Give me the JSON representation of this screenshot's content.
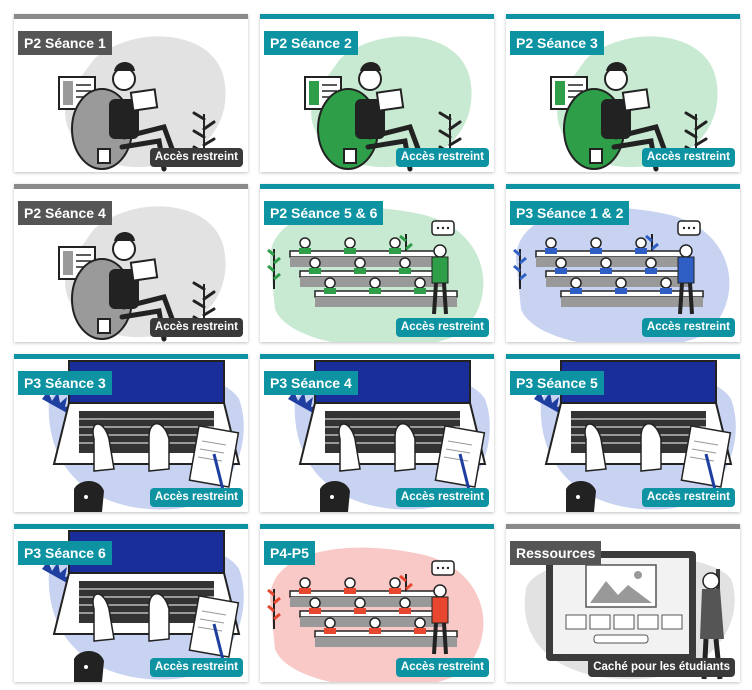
{
  "colors": {
    "teal": "#0e93a3",
    "gray": "#555555",
    "gray_bar": "#8a8a8a",
    "badge_dark": "#3a3a3a",
    "green_blob": "#c9ead2",
    "blue_blob": "#c8d2f1",
    "pink_blob": "#f8c9c7",
    "gray_blob": "#e2e2e2"
  },
  "cards": [
    {
      "title": "P2 Séance 1",
      "badge": "Accès restreint",
      "theme": "gray",
      "illustration": "reading-chair-icon"
    },
    {
      "title": "P2 Séance 2",
      "badge": "Accès restreint",
      "theme": "green",
      "illustration": "reading-chair-icon"
    },
    {
      "title": "P2 Séance 3",
      "badge": "Accès restreint",
      "theme": "green",
      "illustration": "reading-chair-icon"
    },
    {
      "title": "P2 Séance 4",
      "badge": "Accès restreint",
      "theme": "gray",
      "illustration": "reading-chair-icon"
    },
    {
      "title": "P2 Séance 5 & 6",
      "badge": "Accès restreint",
      "theme": "green",
      "illustration": "classroom-icon"
    },
    {
      "title": "P3 Séance 1 & 2",
      "badge": "Accès restreint",
      "theme": "blue",
      "illustration": "classroom-icon"
    },
    {
      "title": "P3 Séance 3",
      "badge": "Accès restreint",
      "theme": "blue",
      "illustration": "laptop-typing-icon"
    },
    {
      "title": "P3 Séance 4",
      "badge": "Accès restreint",
      "theme": "blue",
      "illustration": "laptop-typing-icon"
    },
    {
      "title": "P3 Séance 5",
      "badge": "Accès restreint",
      "theme": "blue",
      "illustration": "laptop-typing-icon"
    },
    {
      "title": "P3 Séance 6",
      "badge": "Accès restreint",
      "theme": "blue",
      "illustration": "laptop-typing-icon"
    },
    {
      "title": "P4-P5",
      "badge": "Accès restreint",
      "theme": "pink",
      "illustration": "classroom-icon"
    },
    {
      "title": "Ressources",
      "badge": "Caché pour les étudiants",
      "theme": "grayres",
      "illustration": "presentation-screen-icon"
    }
  ]
}
